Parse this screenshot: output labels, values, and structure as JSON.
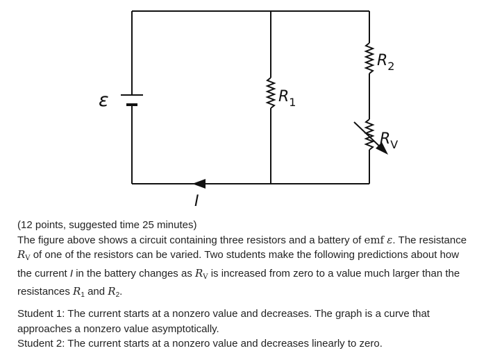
{
  "figure": {
    "emf_label": "ε",
    "r1_label": "R",
    "r1_sub": "1",
    "r2_label": "R",
    "r2_sub": "2",
    "rv_label": "R",
    "rv_sub": "V",
    "current_label": "I"
  },
  "problem": {
    "header": "(12 points, suggested time 25 minutes)",
    "p1_a": "The figure above shows a circuit containing three resistors and a battery of ",
    "emf_word": "emf",
    "emf_sym": "ε",
    "p1_b": ". The resistance",
    "rv_sym": "R",
    "rv_sub": "V",
    "p2_a": " of one of the resistors can be varied. Two students make the following predictions about how",
    "p3_a": "the current ",
    "i_sym": "I",
    "p3_b": " in the battery changes as ",
    "p3_c": " is increased from zero to a value much larger than the",
    "p4_a": "resistances ",
    "r1_sym": "R",
    "r1_sub": "1",
    "and_word": " and ",
    "r2_sym": "R",
    "r2_sub": "2",
    "p4_end": "."
  },
  "students": {
    "s1_line1": "Student 1: The current starts at a nonzero value and decreases. The graph is a curve that",
    "s1_line2": "approaches a nonzero value asymptotically.",
    "s2_line1": "Student 2: The current starts at a nonzero value and decreases linearly to zero."
  }
}
